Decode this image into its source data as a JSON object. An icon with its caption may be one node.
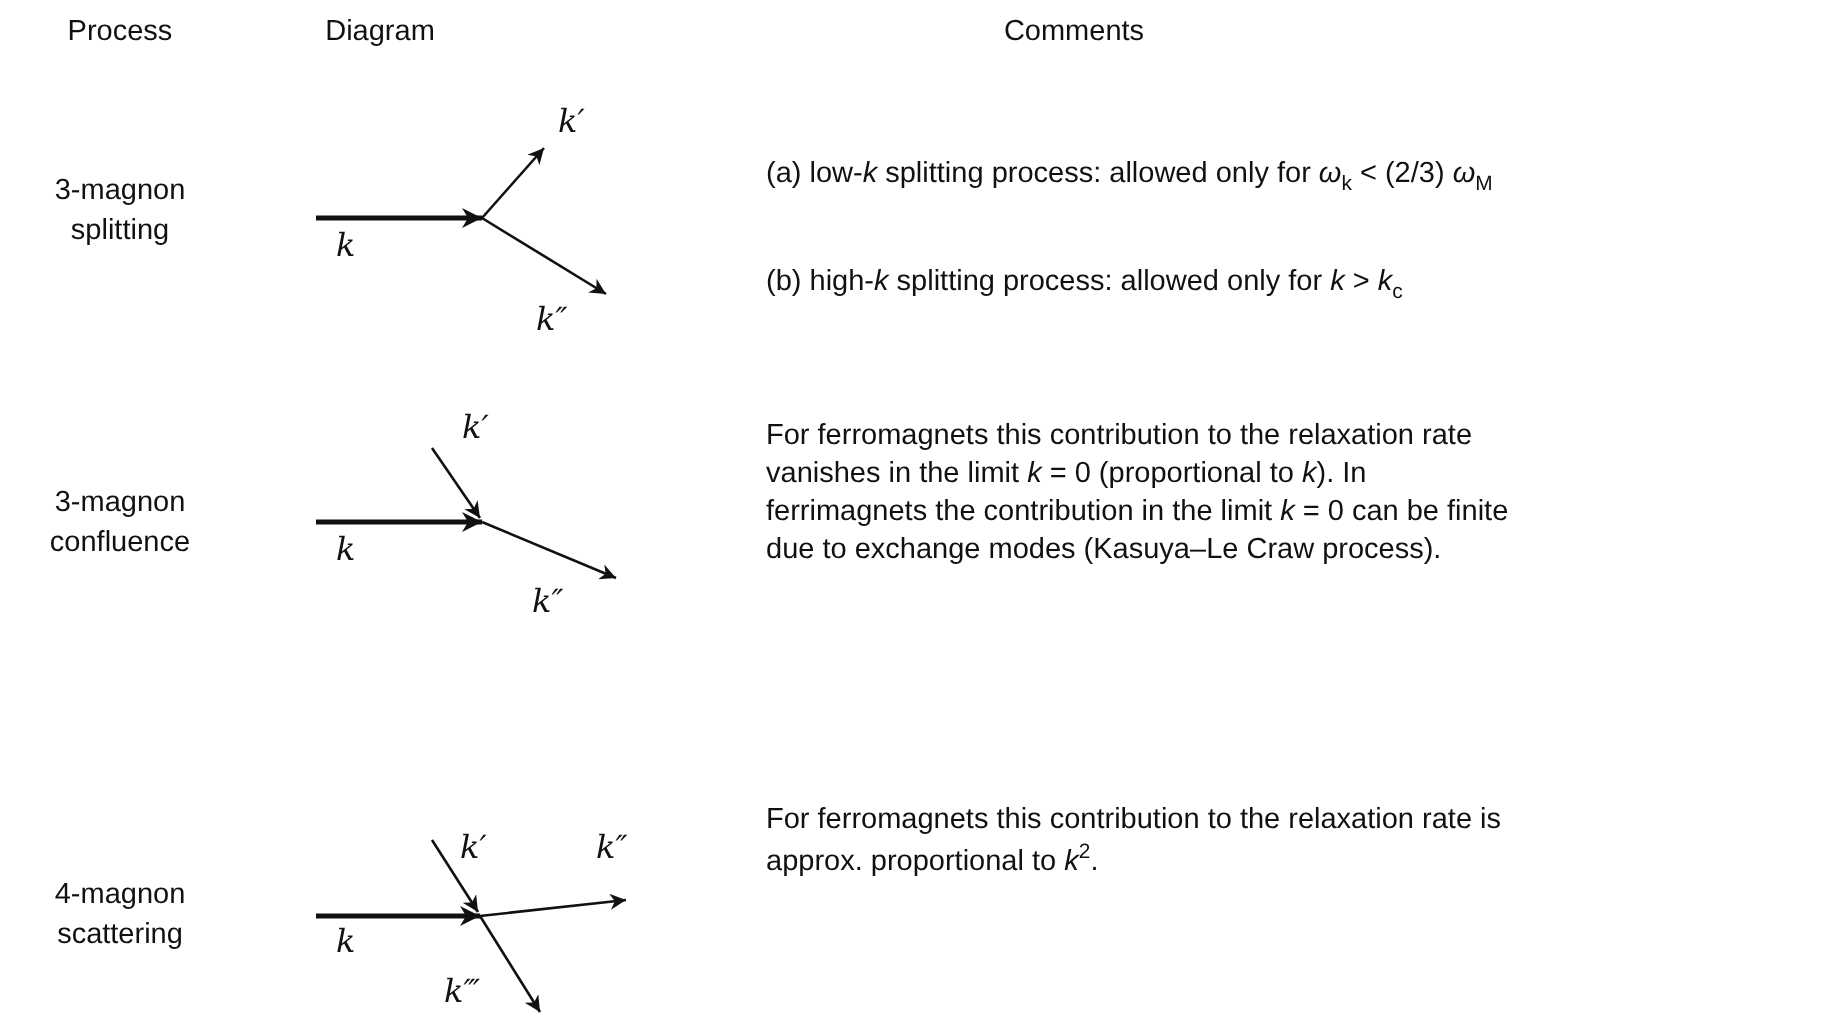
{
  "diagram": {
    "labels": [
      "Process",
      "Diagram",
      "Comments",
      "3-magnon splitting",
      "k′",
      "k",
      "k″",
      "(a) low-*k* splitting process: allowed only for *ω*$_{k}$ < (2/3) *ω*$_{M}$",
      "(b) high-*k* splitting process: allowed only for *k* > *k*$_{c}$",
      "3-magnon confluence",
      "k′",
      "k",
      "k″",
      "For ferromagnets this contribution to the relaxation rate vanishes in the limit *k* = 0 (proportional to *k*). In ferrimagnets the contribution in the limit *k* = 0 can be finite due to exchange modes (Kasuya–Le Craw process).",
      "4-magnon scattering",
      "k′",
      "k″",
      "k",
      "k‴",
      "For ferromagnets this contribution to the relaxation rate is approx. proportional to *k*$^{2}$."
    ]
  }
}
